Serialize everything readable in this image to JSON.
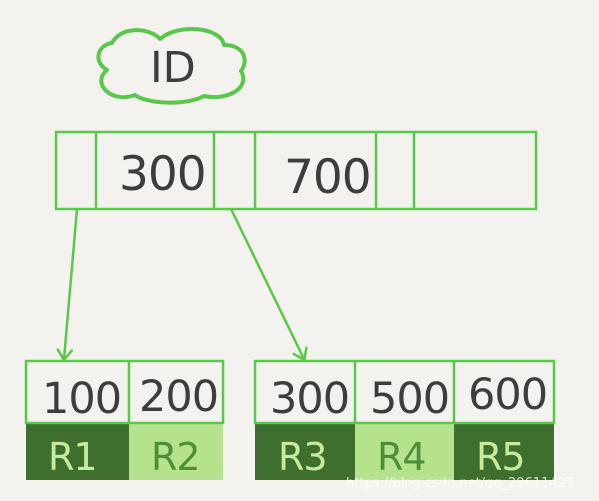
{
  "title_label": "ID",
  "root_node": {
    "keys": [
      "300",
      "700"
    ]
  },
  "leaf_nodes": [
    {
      "keys": [
        "100",
        "200"
      ],
      "rows": [
        "R1",
        "R2"
      ]
    },
    {
      "keys": [
        "300",
        "500",
        "600"
      ],
      "rows": [
        "R3",
        "R4",
        "R5"
      ]
    }
  ],
  "watermark": "https://blog.csdn.net/qq_29611427",
  "colors": {
    "background": "#f3f2ee",
    "outline": "#59c84a",
    "dark_row": "#3f6f2f",
    "light_row": "#b7e28d",
    "text": "#3d3d3d"
  }
}
